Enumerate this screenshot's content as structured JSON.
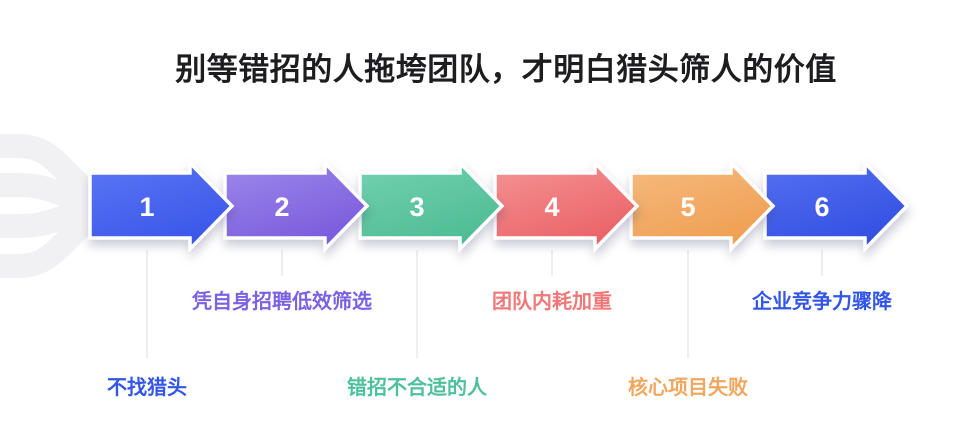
{
  "title": "别等错招的人拖垮团队，才明白猎头筛人的价值",
  "steps": [
    {
      "number": "1",
      "label": "不找猎头",
      "color_light": "#5b76f3",
      "color_dark": "#3b57ea",
      "label_color": "#3356e8",
      "label_row": "lower"
    },
    {
      "number": "2",
      "label": "凭自身招聘低效筛选",
      "color_light": "#9d88ea",
      "color_dark": "#7a5cdd",
      "label_color": "#7a62e3",
      "label_row": "upper"
    },
    {
      "number": "3",
      "label": "错招不合适的人",
      "color_light": "#72d1b0",
      "color_dark": "#4fbd94",
      "label_color": "#4fc09c",
      "label_row": "lower"
    },
    {
      "number": "4",
      "label": "团队内耗加重",
      "color_light": "#f59394",
      "color_dark": "#ea6468",
      "label_color": "#f07878",
      "label_row": "upper"
    },
    {
      "number": "5",
      "label": "核心项目失败",
      "color_light": "#f6ba80",
      "color_dark": "#efa052",
      "label_color": "#f0a75f",
      "label_row": "lower"
    },
    {
      "number": "6",
      "label": "企业竞争力骤降",
      "color_light": "#5570f2",
      "color_dark": "#3350e2",
      "label_color": "#3356e8",
      "label_row": "upper"
    }
  ],
  "decoration": {
    "merge_color": "#f1f1f3",
    "connector_color": "#dcdce0",
    "title_color": "#1d1d1f"
  }
}
